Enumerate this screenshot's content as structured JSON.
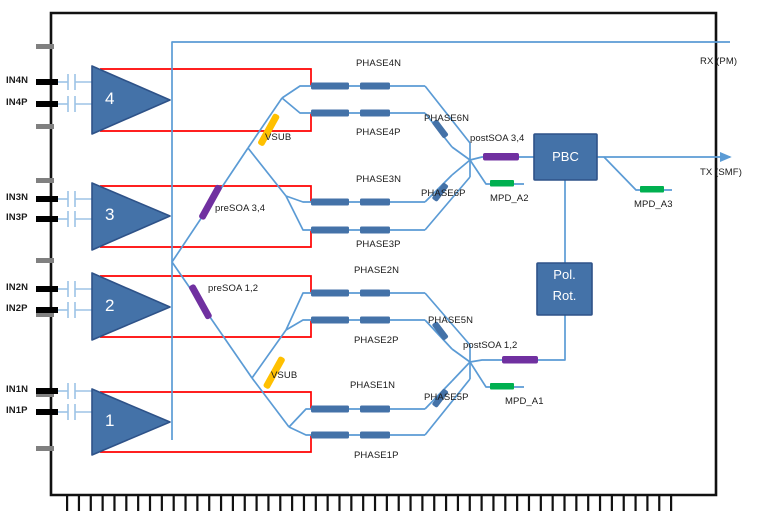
{
  "diagram": {
    "title": "Coherent transmitter photonic integrated circuit block diagram",
    "colors": {
      "waveguide": "#5B9BD5",
      "electrode": "#4472A8",
      "rf_trace": "#FF0000",
      "soa": "#7030A0",
      "mpd": "#00B050",
      "vsub": "#FFC000",
      "chip_edge": "#000000",
      "pad_signal": "#000000",
      "pad_ground": "#808080",
      "block_fill": "#4472A8",
      "block_stroke": "#2E5288"
    }
  },
  "inputs": [
    {
      "n": "IN4N",
      "p": "IN4P",
      "amp": "4"
    },
    {
      "n": "IN3N",
      "p": "IN3P",
      "amp": "3"
    },
    {
      "n": "IN2N",
      "p": "IN2P",
      "amp": "2"
    },
    {
      "n": "IN1N",
      "p": "IN1P",
      "amp": "1"
    }
  ],
  "amplifiers": [
    {
      "label": "4"
    },
    {
      "label": "3"
    },
    {
      "label": "2"
    },
    {
      "label": "1"
    }
  ],
  "phase_labels": [
    {
      "text": "PHASE4N"
    },
    {
      "text": "PHASE4P"
    },
    {
      "text": "PHASE3N"
    },
    {
      "text": "PHASE3P"
    },
    {
      "text": "PHASE2N"
    },
    {
      "text": "PHASE2P"
    },
    {
      "text": "PHASE1N"
    },
    {
      "text": "PHASE1P"
    },
    {
      "text": "PHASE6N"
    },
    {
      "text": "PHASE6P"
    },
    {
      "text": "PHASE5N"
    },
    {
      "text": "PHASE5P"
    }
  ],
  "soa_labels": [
    {
      "text": "preSOA 3,4"
    },
    {
      "text": "preSOA 1,2"
    },
    {
      "text": "postSOA 3,4"
    },
    {
      "text": "postSOA 1,2"
    }
  ],
  "vsub_labels": [
    {
      "text": "VSUB"
    },
    {
      "text": "VSUB"
    }
  ],
  "mpd_labels": [
    {
      "text": "MPD_A1"
    },
    {
      "text": "MPD_A2"
    },
    {
      "text": "MPD_A3"
    }
  ],
  "blocks": [
    {
      "name": "pbc",
      "line1": "PBC",
      "line2": ""
    },
    {
      "name": "pol-rot",
      "line1": "Pol.",
      "line2": "Rot."
    }
  ],
  "ports": [
    {
      "text": "RX (PM)"
    },
    {
      "text": "TX (SMF)"
    }
  ],
  "bottom_pads": {
    "count": 52
  }
}
